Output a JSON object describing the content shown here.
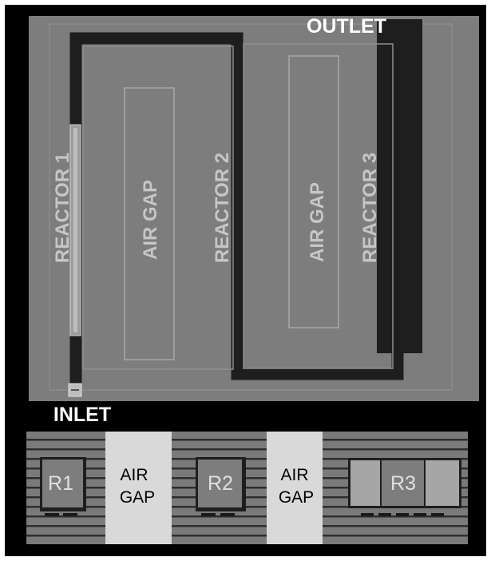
{
  "top_view": {
    "outlet_label": "OUTLET",
    "inlet_label": "INLET",
    "reactor_1_label": "REACTOR 1",
    "reactor_2_label": "REACTOR 2",
    "reactor_3_label": "REACTOR 3",
    "air_gap_left_label": "AIR GAP",
    "air_gap_right_label": "AIR GAP"
  },
  "cross_section": {
    "r1_label": "R1",
    "r2_label": "R2",
    "r3_label": "R3",
    "air_gap_1": {
      "line1": "AIR",
      "line2": "GAP"
    },
    "air_gap_2": {
      "line1": "AIR",
      "line2": "GAP"
    }
  },
  "colors": {
    "background": "#000000",
    "panel": "#7d7d7d",
    "channel": "#1e1e1e",
    "label_light": "#c6c6c6",
    "label_white": "#ffffff",
    "air_gap_fill": "#d9d9d9",
    "stripe": "#7a7a7a"
  }
}
